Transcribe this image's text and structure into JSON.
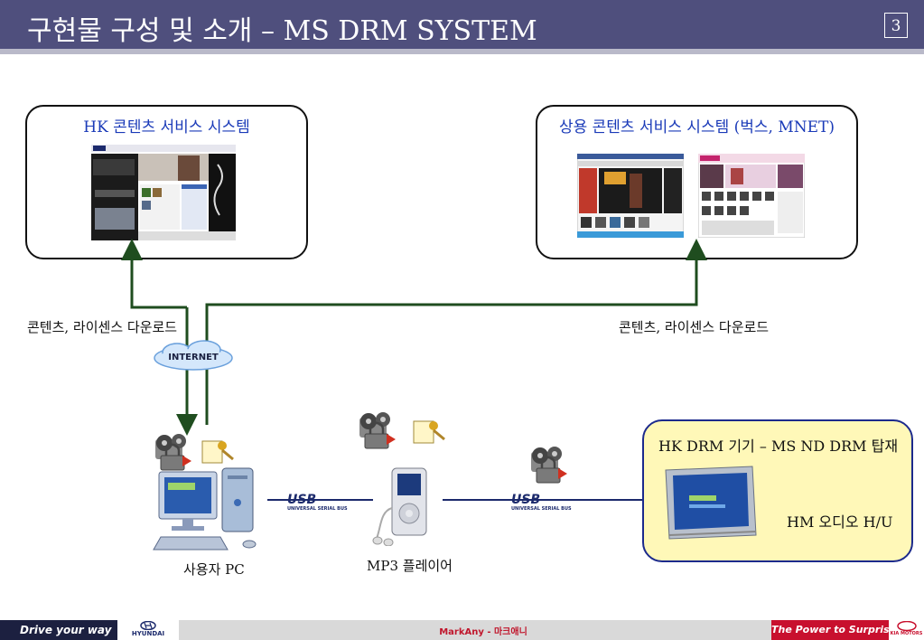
{
  "header": {
    "title": "구현물 구성 및 소개 – MS DRM SYSTEM",
    "page_number": "3"
  },
  "hk_service": {
    "title": "HK 콘텐츠 서비스 시스템"
  },
  "commercial_service": {
    "title": "상용 콘텐츠 서비스 시스템 (벅스, MNET)"
  },
  "labels": {
    "download_left": "콘텐츠, 라이센스 다운로드",
    "download_right": "콘텐츠, 라이센스 다운로드",
    "internet": "INTERNET",
    "user_pc": "사용자 PC",
    "mp3_player": "MP3 플레이어",
    "usb_1": "USB",
    "usb_2": "USB",
    "usb_sub": "UNIVERSAL SERIAL BUS"
  },
  "drm_device": {
    "title": "HK DRM 기기 – MS ND DRM 탑재",
    "hu_label": "HM 오디오 H/U"
  },
  "footer": {
    "drive": "Drive your way",
    "hyundai": "HYUNDAI",
    "markany": "MarkAny - 마크애니",
    "power": "The Power to Surprise",
    "kia": "KIA MOTORS"
  },
  "colors": {
    "header_bg": "#4f4f7d",
    "connector": "#1f4d1f",
    "drm_box_bg": "#fff8b8"
  }
}
